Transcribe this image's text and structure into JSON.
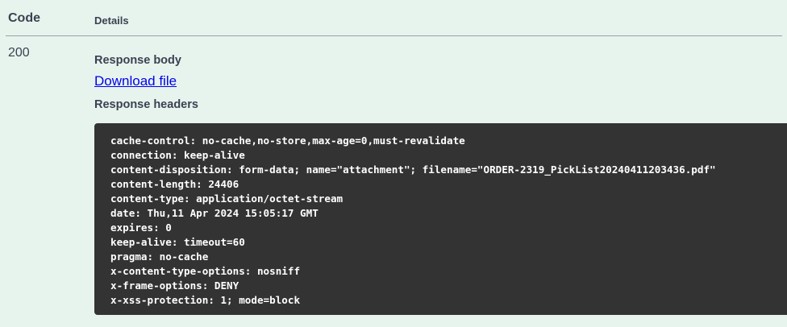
{
  "colors": {
    "page_background": "#e7f4ee",
    "text": "#3b4151",
    "link": "#0000ee",
    "code_block_background": "#333333",
    "code_block_text": "#ffffff",
    "divider": "#98a1a8"
  },
  "responses": {
    "header": {
      "code": "Code",
      "details": "Details"
    },
    "row": {
      "code": "200",
      "body_section_label": "Response body",
      "download_link_label": "Download file",
      "headers_section_label": "Response headers",
      "response_headers": [
        "cache-control: no-cache,no-store,max-age=0,must-revalidate",
        "connection: keep-alive",
        "content-disposition: form-data; name=\"attachment\"; filename=\"ORDER-2319_PickList20240411203436.pdf\"",
        "content-length: 24406",
        "content-type: application/octet-stream",
        "date: Thu,11 Apr 2024 15:05:17 GMT",
        "expires: 0",
        "keep-alive: timeout=60",
        "pragma: no-cache",
        "x-content-type-options: nosniff",
        "x-frame-options: DENY",
        "x-xss-protection: 1; mode=block"
      ]
    }
  }
}
